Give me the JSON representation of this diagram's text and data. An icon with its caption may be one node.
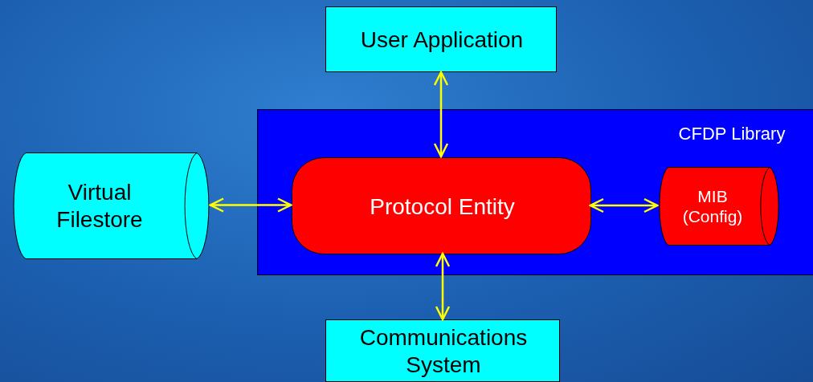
{
  "diagram": {
    "nodes": [
      {
        "text": [
          "User Application"
        ]
      },
      {
        "text": [
          "CFDP Library"
        ]
      },
      {
        "text": [
          "Virtual Filestore"
        ]
      },
      {
        "text": [
          "Protocol Entity"
        ],
        "in": 1
      },
      {
        "text": [
          "MIB (Config)"
        ],
        "in": 1
      },
      {
        "text": [
          "Communications System"
        ]
      }
    ],
    "edges": [
      {
        "from": 0,
        "to": 3,
        "arrow": "both"
      },
      {
        "from": 2,
        "to": 3,
        "arrow": "both"
      },
      {
        "from": 3,
        "to": 4,
        "arrow": "both"
      },
      {
        "from": 3,
        "to": 5,
        "arrow": "both"
      }
    ]
  }
}
